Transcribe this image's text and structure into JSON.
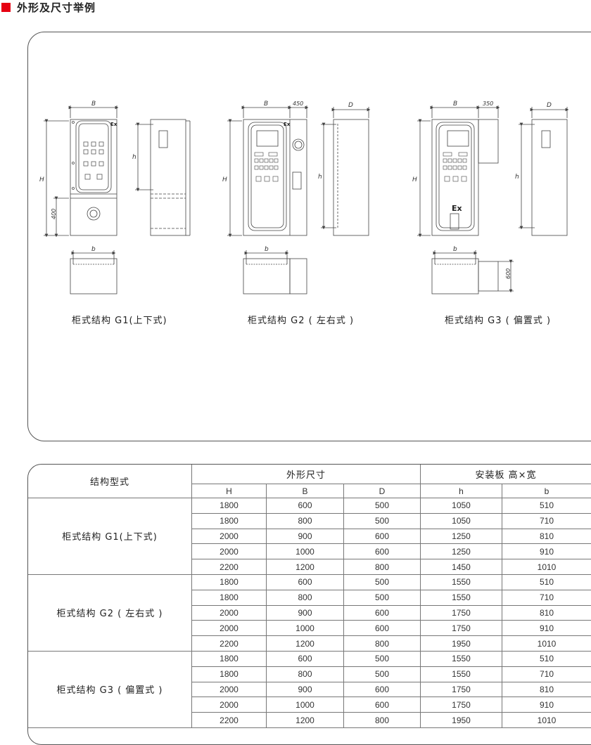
{
  "header": {
    "title": "外形及尺寸举例"
  },
  "drawings": {
    "dim_B": "B",
    "dim_D": "D",
    "dim_H": "H",
    "dim_h": "h",
    "dim_b": "b",
    "dim_400": "400",
    "dim_450": "450",
    "dim_350": "350",
    "dim_600": "600",
    "ex_label": "Ex"
  },
  "captions": [
    "柜式结构 G1(上下式)",
    "柜式结构 G2 ( 左右式 )",
    "柜式结构 G3 ( 偏置式 )"
  ],
  "table": {
    "col_type": "结构型式",
    "group_outer": "外形尺寸",
    "group_plate": "安装板 高×宽",
    "sub_headers": [
      "H",
      "B",
      "D",
      "h",
      "b"
    ],
    "groups": [
      {
        "name": "柜式结构 G1(上下式)",
        "rows": [
          [
            "1800",
            "600",
            "500",
            "1050",
            "510"
          ],
          [
            "1800",
            "800",
            "500",
            "1050",
            "710"
          ],
          [
            "2000",
            "900",
            "600",
            "1250",
            "810"
          ],
          [
            "2000",
            "1000",
            "600",
            "1250",
            "910"
          ],
          [
            "2200",
            "1200",
            "800",
            "1450",
            "1010"
          ]
        ]
      },
      {
        "name": "柜式结构 G2 ( 左右式 )",
        "rows": [
          [
            "1800",
            "600",
            "500",
            "1550",
            "510"
          ],
          [
            "1800",
            "800",
            "500",
            "1550",
            "710"
          ],
          [
            "2000",
            "900",
            "600",
            "1750",
            "810"
          ],
          [
            "2000",
            "1000",
            "600",
            "1750",
            "910"
          ],
          [
            "2200",
            "1200",
            "800",
            "1950",
            "1010"
          ]
        ]
      },
      {
        "name": "柜式结构 G3 ( 偏置式 )",
        "rows": [
          [
            "1800",
            "600",
            "500",
            "1550",
            "510"
          ],
          [
            "1800",
            "800",
            "500",
            "1550",
            "710"
          ],
          [
            "2000",
            "900",
            "600",
            "1750",
            "810"
          ],
          [
            "2000",
            "1000",
            "600",
            "1750",
            "910"
          ],
          [
            "2200",
            "1200",
            "800",
            "1950",
            "1010"
          ]
        ]
      }
    ]
  }
}
